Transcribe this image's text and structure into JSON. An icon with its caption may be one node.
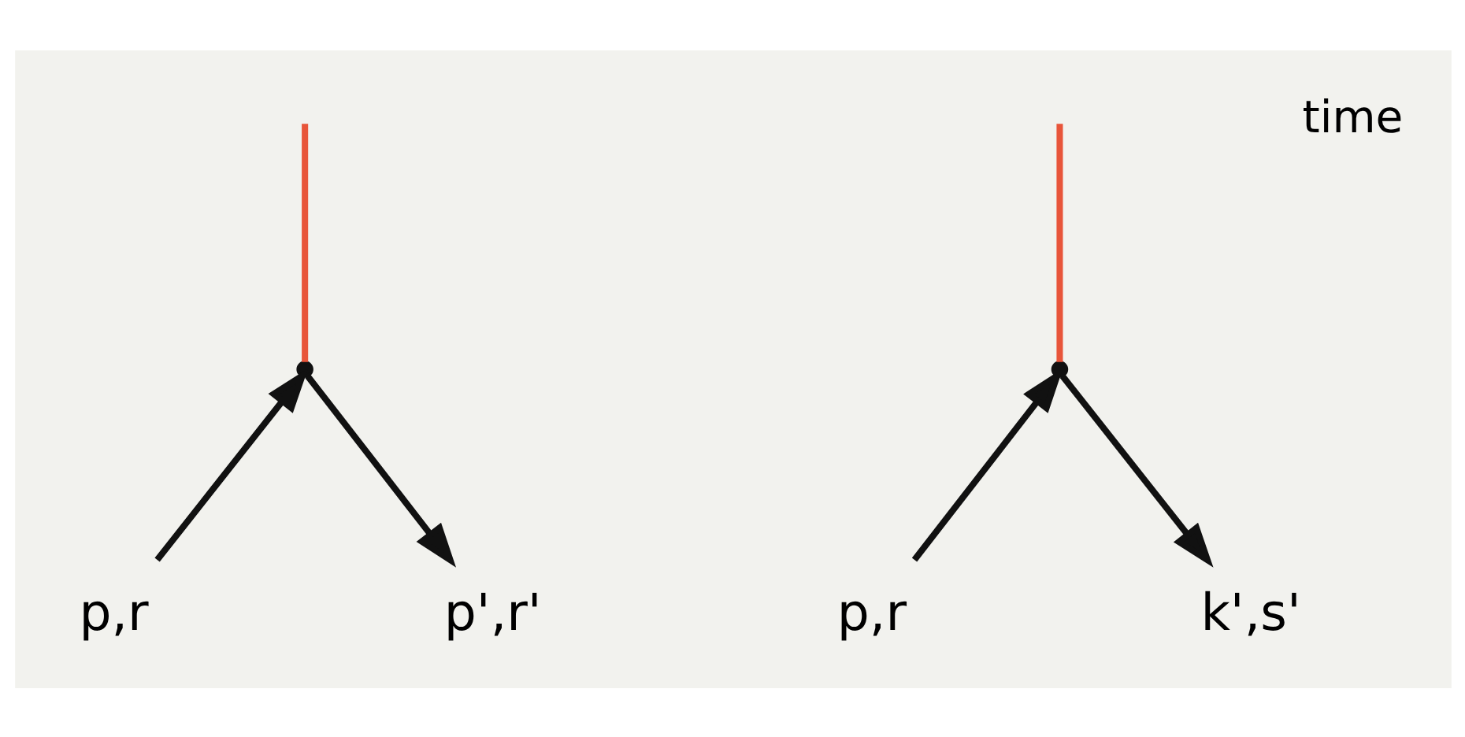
{
  "diagram": {
    "nodes": [
      {
        "text": [],
        "shape": "point"
      },
      {
        "text": [
          "p,r"
        ]
      },
      {
        "text": [
          "p',r'"
        ]
      },
      {
        "text": [],
        "shape": "point"
      },
      {
        "text": [
          "p,r"
        ]
      },
      {
        "text": [
          "k',s'"
        ]
      }
    ],
    "edges": [
      {
        "from": 1,
        "to": 0,
        "arrow": "to"
      },
      {
        "from": 0,
        "to": 2,
        "arrow": "to"
      },
      {
        "from": 0,
        "to": null,
        "arrow": "none",
        "color": "#e8553a"
      },
      {
        "from": 4,
        "to": 3,
        "arrow": "to"
      },
      {
        "from": 3,
        "to": 5,
        "arrow": "to"
      },
      {
        "from": 3,
        "to": null,
        "arrow": "none",
        "color": "#e8553a"
      }
    ],
    "labels": [
      "time"
    ]
  }
}
